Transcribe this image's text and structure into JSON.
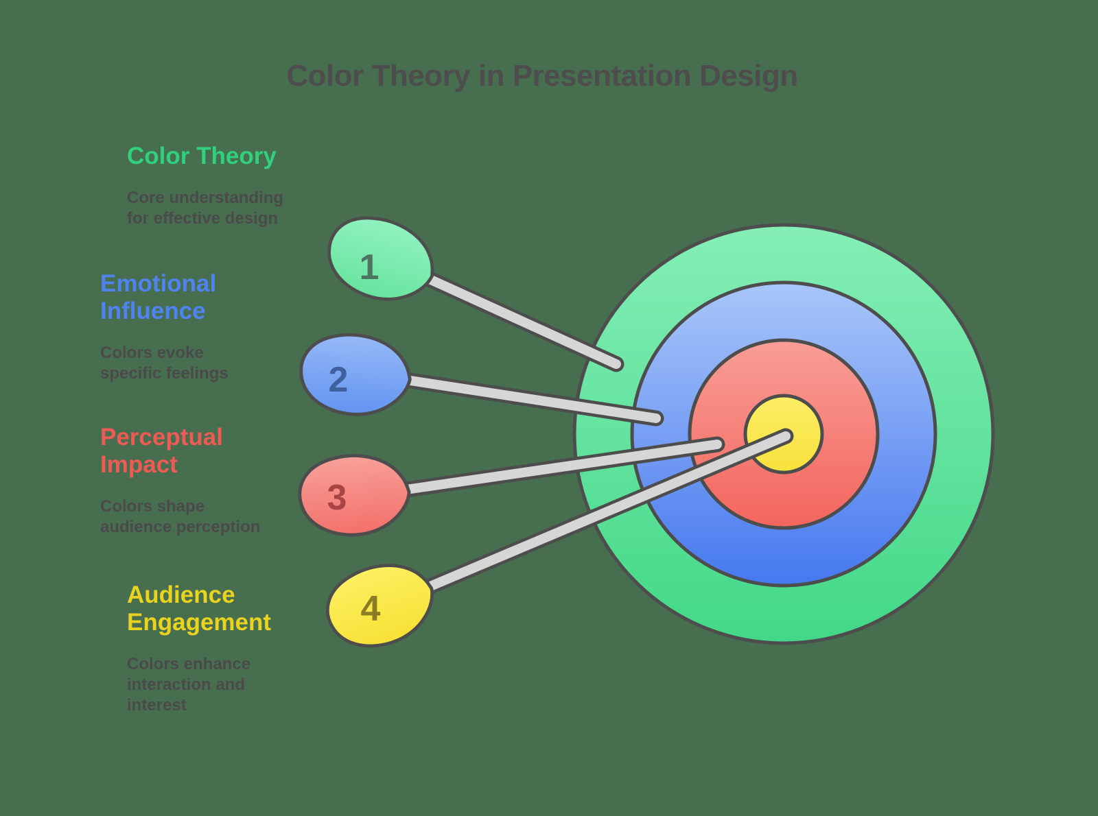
{
  "background_color": "#486e50",
  "title": {
    "text": "Color Theory in Presentation Design",
    "color": "#4d4d4d"
  },
  "sections": [
    {
      "number": "1",
      "heading": "Color Theory",
      "description": "Core understanding for effective design",
      "accent_color": "#30d07d",
      "pin_color": "#79e9ab",
      "arrow_lands_on": "outer green ring"
    },
    {
      "number": "2",
      "heading": "Emotional Influence",
      "description": "Colors evoke specific feelings",
      "accent_color": "#4e83f0",
      "pin_color": "#7ca6f3",
      "arrow_lands_on": "blue ring"
    },
    {
      "number": "3",
      "heading": "Perceptual Impact",
      "description": "Colors shape audience perception",
      "accent_color": "#ee5a54",
      "pin_color": "#f58079",
      "arrow_lands_on": "red ring"
    },
    {
      "number": "4",
      "heading": "Audience Engagement",
      "description": "Colors enhance interaction and interest",
      "accent_color": "#e9d31f",
      "pin_color": "#f9e74a",
      "arrow_lands_on": "yellow bullseye"
    }
  ],
  "target": {
    "type": "archery-target",
    "rings": [
      {
        "name": "outer-green",
        "color_top": "#85eeb6",
        "color_bottom": "#42d887"
      },
      {
        "name": "blue",
        "color_top": "#a9c6f9",
        "color_bottom": "#4678ef"
      },
      {
        "name": "red",
        "color_top": "#f89e96",
        "color_bottom": "#f3655d"
      },
      {
        "name": "bullseye-yellow",
        "color_top": "#fbee66",
        "color_bottom": "#f8e13c"
      }
    ],
    "outline_color": "#4d4d4d",
    "arrow_shaft_color": "#d6d6d6"
  }
}
